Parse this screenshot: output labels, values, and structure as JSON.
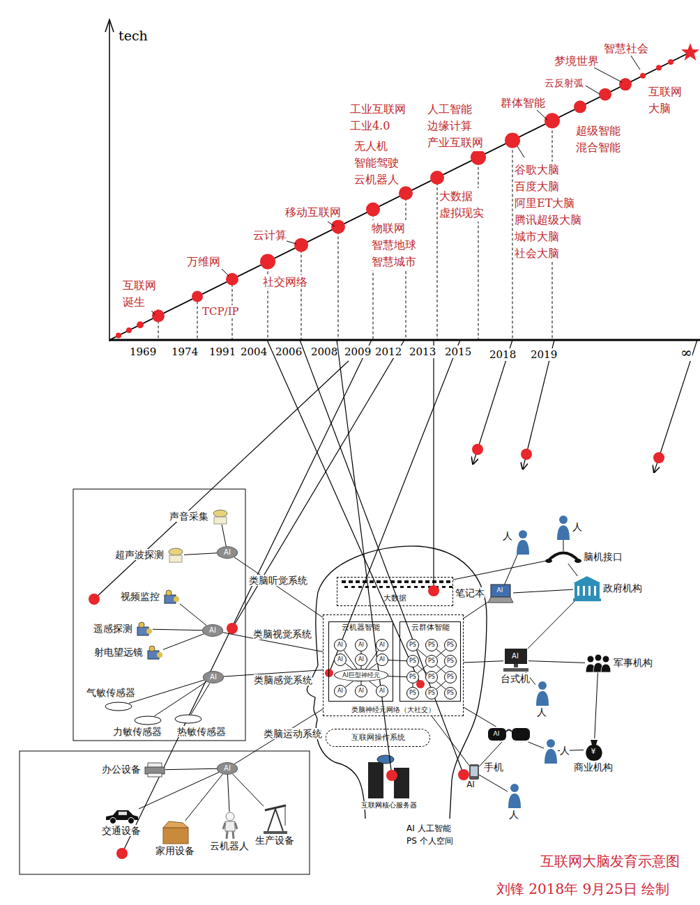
{
  "diagram": {
    "title": "互联网大脑发育示意图",
    "caption": "刘锋 2018年 9月25日 绘制",
    "nodes": [
      {
        "text": [
          "大数据"
        ]
      },
      {
        "text": [
          "类脑神经元网络（大社交）"
        ]
      },
      {
        "text": [
          "云机器智能"
        ],
        "in": 1
      },
      {
        "text": [
          "云群体智能"
        ],
        "in": 1
      },
      {
        "text": [
          "AI巨型神经元"
        ],
        "in": 2
      },
      {
        "text": [
          "AI"
        ],
        "in": 2
      },
      {
        "text": [
          "AI"
        ],
        "in": 2
      },
      {
        "text": [
          "AI"
        ],
        "in": 2
      },
      {
        "text": [
          "AI"
        ],
        "in": 2
      },
      {
        "text": [
          "AI"
        ],
        "in": 2
      },
      {
        "text": [
          "AI"
        ],
        "in": 2
      },
      {
        "text": [
          "AI"
        ],
        "in": 2
      },
      {
        "text": [
          "AI"
        ],
        "in": 2
      },
      {
        "text": [
          "AI"
        ],
        "in": 2
      },
      {
        "text": [
          "PS"
        ],
        "in": 3
      },
      {
        "text": [
          "PS"
        ],
        "in": 3
      },
      {
        "text": [
          "PS"
        ],
        "in": 3
      },
      {
        "text": [
          "PS"
        ],
        "in": 3
      },
      {
        "text": [
          "PS"
        ],
        "in": 3
      },
      {
        "text": [
          "PS"
        ],
        "in": 3
      },
      {
        "text": [
          "PS"
        ],
        "in": 3
      },
      {
        "text": [
          "PS"
        ],
        "in": 3
      },
      {
        "text": [
          "PS"
        ],
        "in": 3
      },
      {
        "text": [
          "PS"
        ],
        "in": 3
      },
      {
        "text": [
          "PS"
        ],
        "in": 3
      },
      {
        "text": [
          "PS"
        ],
        "in": 3
      },
      {
        "text": [
          "互联网操作系统"
        ]
      },
      {
        "text": [
          "AI"
        ]
      },
      {
        "text": [
          "声音采集"
        ]
      },
      {
        "text": [
          "超声波探测"
        ]
      },
      {
        "text": [
          "AI"
        ]
      },
      {
        "text": [
          "视频监控"
        ]
      },
      {
        "text": [
          "遥感探测"
        ]
      },
      {
        "text": [
          "射电望远镜"
        ]
      },
      {
        "text": [
          "AI"
        ]
      },
      {
        "text": [
          "气敏传感器"
        ]
      },
      {
        "text": [
          "力敏传感器"
        ]
      },
      {
        "text": [
          "热敏传感器"
        ]
      },
      {
        "text": [
          "AI"
        ]
      },
      {
        "text": [
          "办公设备"
        ]
      },
      {
        "text": [
          "交通设备"
        ]
      },
      {
        "text": [
          "家用设备"
        ]
      },
      {
        "text": [
          "云机器人"
        ]
      },
      {
        "text": [
          "生产设备"
        ]
      },
      {
        "text": [
          "人"
        ]
      },
      {
        "text": [
          "人"
        ]
      },
      {
        "text": [
          "脑机接口"
        ]
      },
      {
        "text": [
          "笔记本",
          "AI"
        ]
      },
      {
        "text": [
          "政府机构"
        ]
      },
      {
        "text": [
          "AI",
          "台式机"
        ]
      },
      {
        "text": [
          "人"
        ]
      },
      {
        "text": [
          "军事机构"
        ]
      },
      {
        "text": [
          "AI"
        ]
      },
      {
        "text": [
          "人"
        ]
      },
      {
        "text": [
          "¥",
          "商业机构"
        ]
      },
      {
        "text": [
          "手机",
          "AI"
        ]
      },
      {
        "text": [
          "人"
        ]
      }
    ],
    "edges": [
      {
        "from": 28,
        "to": 27,
        "arrow": "none"
      },
      {
        "from": 29,
        "to": 27,
        "arrow": "none"
      },
      {
        "from": 27,
        "to": 1,
        "arrow": "none",
        "label": "类脑听觉系统"
      },
      {
        "from": 31,
        "to": 30,
        "arrow": "none"
      },
      {
        "from": 32,
        "to": 30,
        "arrow": "none"
      },
      {
        "from": 33,
        "to": 30,
        "arrow": "none"
      },
      {
        "from": 30,
        "to": 1,
        "arrow": "none",
        "label": "类脑视觉系统"
      },
      {
        "from": 35,
        "to": 34,
        "arrow": "none"
      },
      {
        "from": 36,
        "to": 34,
        "arrow": "none"
      },
      {
        "from": 37,
        "to": 34,
        "arrow": "none"
      },
      {
        "from": 34,
        "to": 1,
        "arrow": "none",
        "label": "类脑感觉系统"
      },
      {
        "from": 39,
        "to": 38,
        "arrow": "none"
      },
      {
        "from": 40,
        "to": 38,
        "arrow": "none"
      },
      {
        "from": 41,
        "to": 38,
        "arrow": "none"
      },
      {
        "from": 42,
        "to": 38,
        "arrow": "none"
      },
      {
        "from": 43,
        "to": 38,
        "arrow": "none"
      },
      {
        "from": 38,
        "to": 1,
        "arrow": "none",
        "label": "类脑运动系统"
      },
      {
        "from": 5,
        "to": 4,
        "arrow": "none"
      },
      {
        "from": 6,
        "to": 9,
        "arrow": "none"
      },
      {
        "from": 7,
        "to": 4,
        "arrow": "none"
      },
      {
        "from": 8,
        "to": 4,
        "arrow": "none"
      },
      {
        "from": 9,
        "to": 4,
        "arrow": "none"
      },
      {
        "from": 10,
        "to": 4,
        "arrow": "none"
      },
      {
        "from": 11,
        "to": 4,
        "arrow": "none"
      },
      {
        "from": 12,
        "to": 4,
        "arrow": "none"
      },
      {
        "from": 13,
        "to": 4,
        "arrow": "none"
      },
      {
        "from": 14,
        "to": 18,
        "arrow": "none"
      },
      {
        "from": 15,
        "to": 19,
        "arrow": "none"
      },
      {
        "from": 16,
        "to": 18,
        "arrow": "none"
      },
      {
        "from": 17,
        "to": 21,
        "arrow": "none"
      },
      {
        "from": 18,
        "to": 22,
        "arrow": "none"
      },
      {
        "from": 18,
        "to": 20,
        "arrow": "none"
      },
      {
        "from": 19,
        "to": 21,
        "arrow": "none"
      },
      {
        "from": 20,
        "to": 23,
        "arrow": "none"
      },
      {
        "from": 21,
        "to": 25,
        "arrow": "none"
      },
      {
        "from": 22,
        "to": 24,
        "arrow": "none"
      },
      {
        "from": 4,
        "to": 20,
        "arrow": "none"
      },
      {
        "from": 10,
        "to": 17,
        "arrow": "none"
      },
      {
        "from": 44,
        "to": 47,
        "arrow": "none"
      },
      {
        "from": 45,
        "to": 46,
        "arrow": "none"
      },
      {
        "from": 46,
        "to": 0,
        "arrow": "none"
      },
      {
        "from": 47,
        "to": 1,
        "arrow": "none"
      },
      {
        "from": 47,
        "to": 48,
        "arrow": "none"
      },
      {
        "from": 46,
        "to": 48,
        "arrow": "none"
      },
      {
        "from": 48,
        "to": 49,
        "arrow": "none"
      },
      {
        "from": 49,
        "to": 1,
        "arrow": "none"
      },
      {
        "from": 49,
        "to": 51,
        "arrow": "none"
      },
      {
        "from": 50,
        "to": 49,
        "arrow": "none"
      },
      {
        "from": 52,
        "to": 1,
        "arrow": "none"
      },
      {
        "from": 53,
        "to": 52,
        "arrow": "none"
      },
      {
        "from": 53,
        "to": 54,
        "arrow": "none"
      },
      {
        "from": 51,
        "to": 54,
        "arrow": "none"
      },
      {
        "from": 55,
        "to": 52,
        "arrow": "none"
      },
      {
        "from": 55,
        "to": 1,
        "arrow": "none"
      },
      {
        "from": 56,
        "to": 55,
        "arrow": "none"
      }
    ],
    "labels": [
      "tech",
      "1969",
      "1974",
      "1991",
      "2004",
      "2006",
      "2008",
      "2009",
      "2012",
      "2013",
      "2015",
      "2018",
      "2019",
      "∞",
      "互联网 诞生",
      "TCP/IP",
      "万维网",
      "社交网络",
      "云计算",
      "移动互联网",
      "物联网 智慧地球 智慧城市",
      "工业互联网 工业4.0",
      "无人机 智能驾驶 云机器人",
      "大数据 虚拟现实",
      "人工智能 边缘计算 产业互联网",
      "群体智能",
      "谷歌大脑 百度大脑 阿里ET大脑 腾讯超级大脑 城市大脑 社会大脑",
      "超级智能 混合智能",
      "云反射弧",
      "梦境世界",
      "智慧社会",
      "互联网 大脑",
      "互联网核心服务器",
      "AI 人工智能",
      "PS 个人空间"
    ]
  }
}
